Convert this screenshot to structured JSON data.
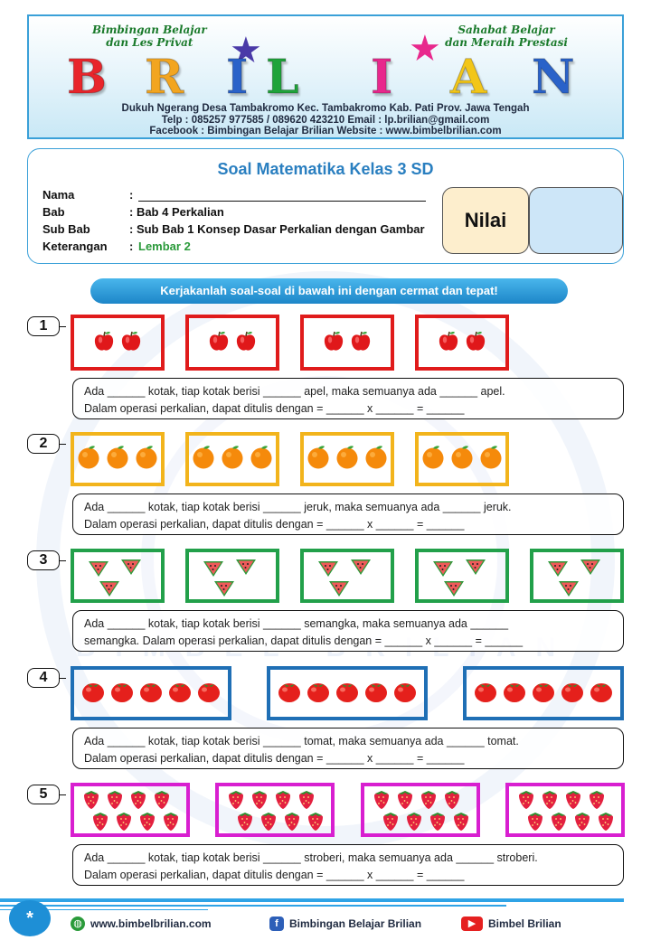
{
  "header": {
    "left_tag": [
      "Bimbingan Belajar",
      "dan Les Privat"
    ],
    "right_tag": [
      "Sahabat Belajar",
      "dan Meraih Prestasi"
    ],
    "brand_letters": [
      {
        "ch": "B",
        "color": "#e8252b"
      },
      {
        "ch": "R",
        "color": "#f2a520"
      },
      {
        "ch": "I",
        "color": "#2a62c9"
      },
      {
        "ch": "L",
        "color": "#1fa33a"
      },
      {
        "ch": "I",
        "color": "#e8288c"
      },
      {
        "ch": "A",
        "color": "#f2c619"
      },
      {
        "ch": "N",
        "color": "#2a62c9"
      }
    ],
    "address": "Dukuh Ngerang Desa Tambakromo Kec. Tambakromo Kab. Pati Prov. Jawa Tengah",
    "contact": "Telp : 085257 977585 / 089620 423210     Email : lp.brilian@gmail.com",
    "social": "Facebook : Bimbingan Belajar Brilian          Website : www.bimbelbrilian.com"
  },
  "info": {
    "title": "Soal Matematika Kelas 3 SD",
    "rows": [
      {
        "label": "Nama",
        "value": ""
      },
      {
        "label": "Bab",
        "value": ": Bab 4 Perkalian"
      },
      {
        "label": "Sub Bab",
        "value": ": Sub Bab 1 Konsep Dasar Perkalian dengan Gambar"
      },
      {
        "label": "Keterangan",
        "value": "Lembar 2"
      }
    ],
    "nilai": "Nilai"
  },
  "instruction": "Kerjakanlah soal-soal di bawah ini dengan cermat dan tepat!",
  "questions": [
    {
      "num": "1",
      "fruit": "apel",
      "color": "#e01b1b",
      "line1": "Ada ______ kotak, tiap kotak berisi ______ apel, maka semuanya ada ______ apel.",
      "line2": "Dalam operasi perkalian, dapat ditulis dengan = ______ x ______ = ______"
    },
    {
      "num": "2",
      "fruit": "jeruk",
      "color": "#f2b41c",
      "line1": "Ada ______ kotak, tiap kotak berisi ______ jeruk, maka semuanya ada ______ jeruk.",
      "line2": "Dalam operasi perkalian, dapat ditulis dengan = ______ x ______ = ______"
    },
    {
      "num": "3",
      "fruit": "semangka",
      "color": "#22a04a",
      "line1": "Ada ______ kotak, tiap kotak berisi ______ semangka, maka semuanya ada ______",
      "line2": "semangka. Dalam operasi perkalian, dapat ditulis dengan = ______ x ______ = ______"
    },
    {
      "num": "4",
      "fruit": "tomat",
      "color": "#1f6fb5",
      "line1": "Ada ______ kotak, tiap kotak berisi ______ tomat, maka semuanya ada ______ tomat.",
      "line2": "Dalam operasi perkalian, dapat ditulis dengan = ______ x ______ = ______"
    },
    {
      "num": "5",
      "fruit": "stroberi",
      "color": "#d81fd0",
      "line1": "Ada ______ kotak, tiap kotak berisi ______ stroberi, maka semuanya ada ______ stroberi.",
      "line2": "Dalam operasi perkalian, dapat ditulis dengan = ______ x ______ = ______"
    }
  ],
  "watermark": "BIMBEL BRILIAN",
  "footer": {
    "website": "www.bimbelbrilian.com",
    "facebook": "Bimbingan Belajar Brilian",
    "youtube": "Bimbel Brilian",
    "icons": [
      "globe-icon",
      "facebook-icon",
      "youtube-icon"
    ]
  }
}
